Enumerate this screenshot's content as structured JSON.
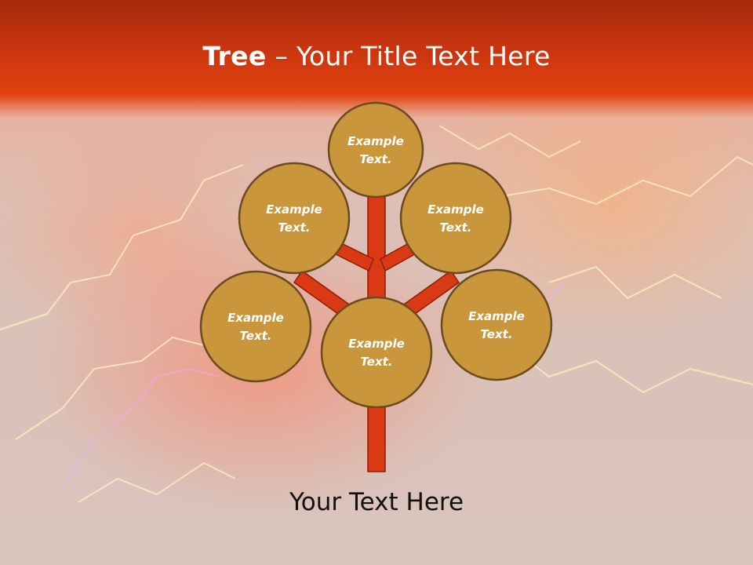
{
  "header": {
    "title_strong": "Tree",
    "title_rest": " – Your Title Text Here",
    "color": "#d4380f"
  },
  "diagram": {
    "trunk_color": "#d93a14",
    "node_fill": "#c9963c",
    "node_stroke": "#6b4a1e",
    "nodes": [
      {
        "id": "top",
        "line1": "Example",
        "line2": "Text."
      },
      {
        "id": "upper-left",
        "line1": "Example",
        "line2": "Text."
      },
      {
        "id": "upper-right",
        "line1": "Example",
        "line2": "Text."
      },
      {
        "id": "lower-left",
        "line1": "Example",
        "line2": "Text."
      },
      {
        "id": "center",
        "line1": "Example",
        "line2": "Text."
      },
      {
        "id": "lower-right",
        "line1": "Example",
        "line2": "Text."
      }
    ]
  },
  "footer": {
    "text": "Your Text Here"
  }
}
